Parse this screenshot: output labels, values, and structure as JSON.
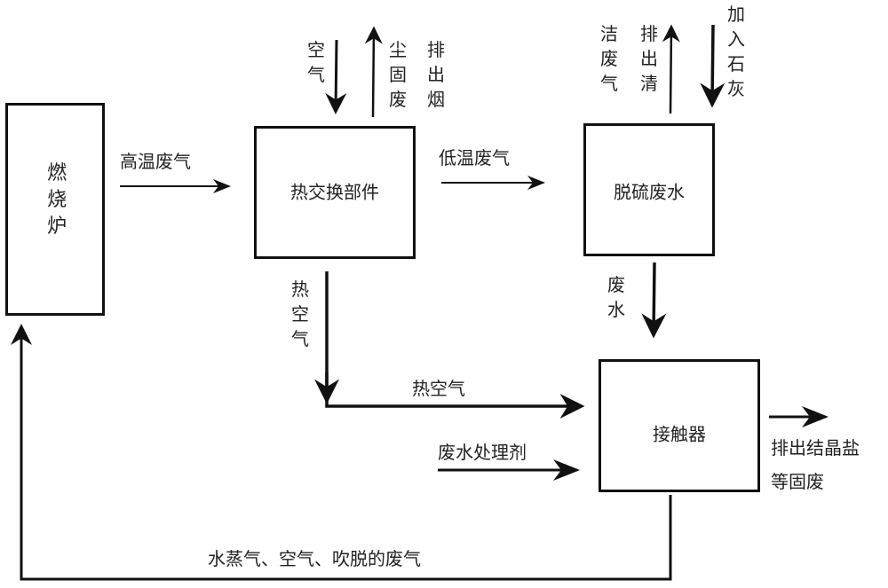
{
  "diagram": {
    "nodes": {
      "furnace": "燃烧炉",
      "heat_exchanger": "热交换部件",
      "desulfurization": "脱硫废水",
      "contactor": "接触器"
    },
    "edges": {
      "high_temp_gas": "高温废气",
      "low_temp_gas": "低温废气",
      "air_in": "空气",
      "exhaust_smoke": "排出烟",
      "dust_solid": "尘固废",
      "exhaust_clean": "排出清",
      "clean_gas": "洁废气",
      "add_lime": "加入石灰",
      "hot_air_vertical": "热空气",
      "hot_air_horizontal": "热空气",
      "waste_water": "废水",
      "treatment_agent": "废水处理剂",
      "discharge_line1": "排出结晶盐",
      "discharge_line2": "等固废",
      "return_flow": "水蒸气、空气、吹脱的废气"
    }
  }
}
